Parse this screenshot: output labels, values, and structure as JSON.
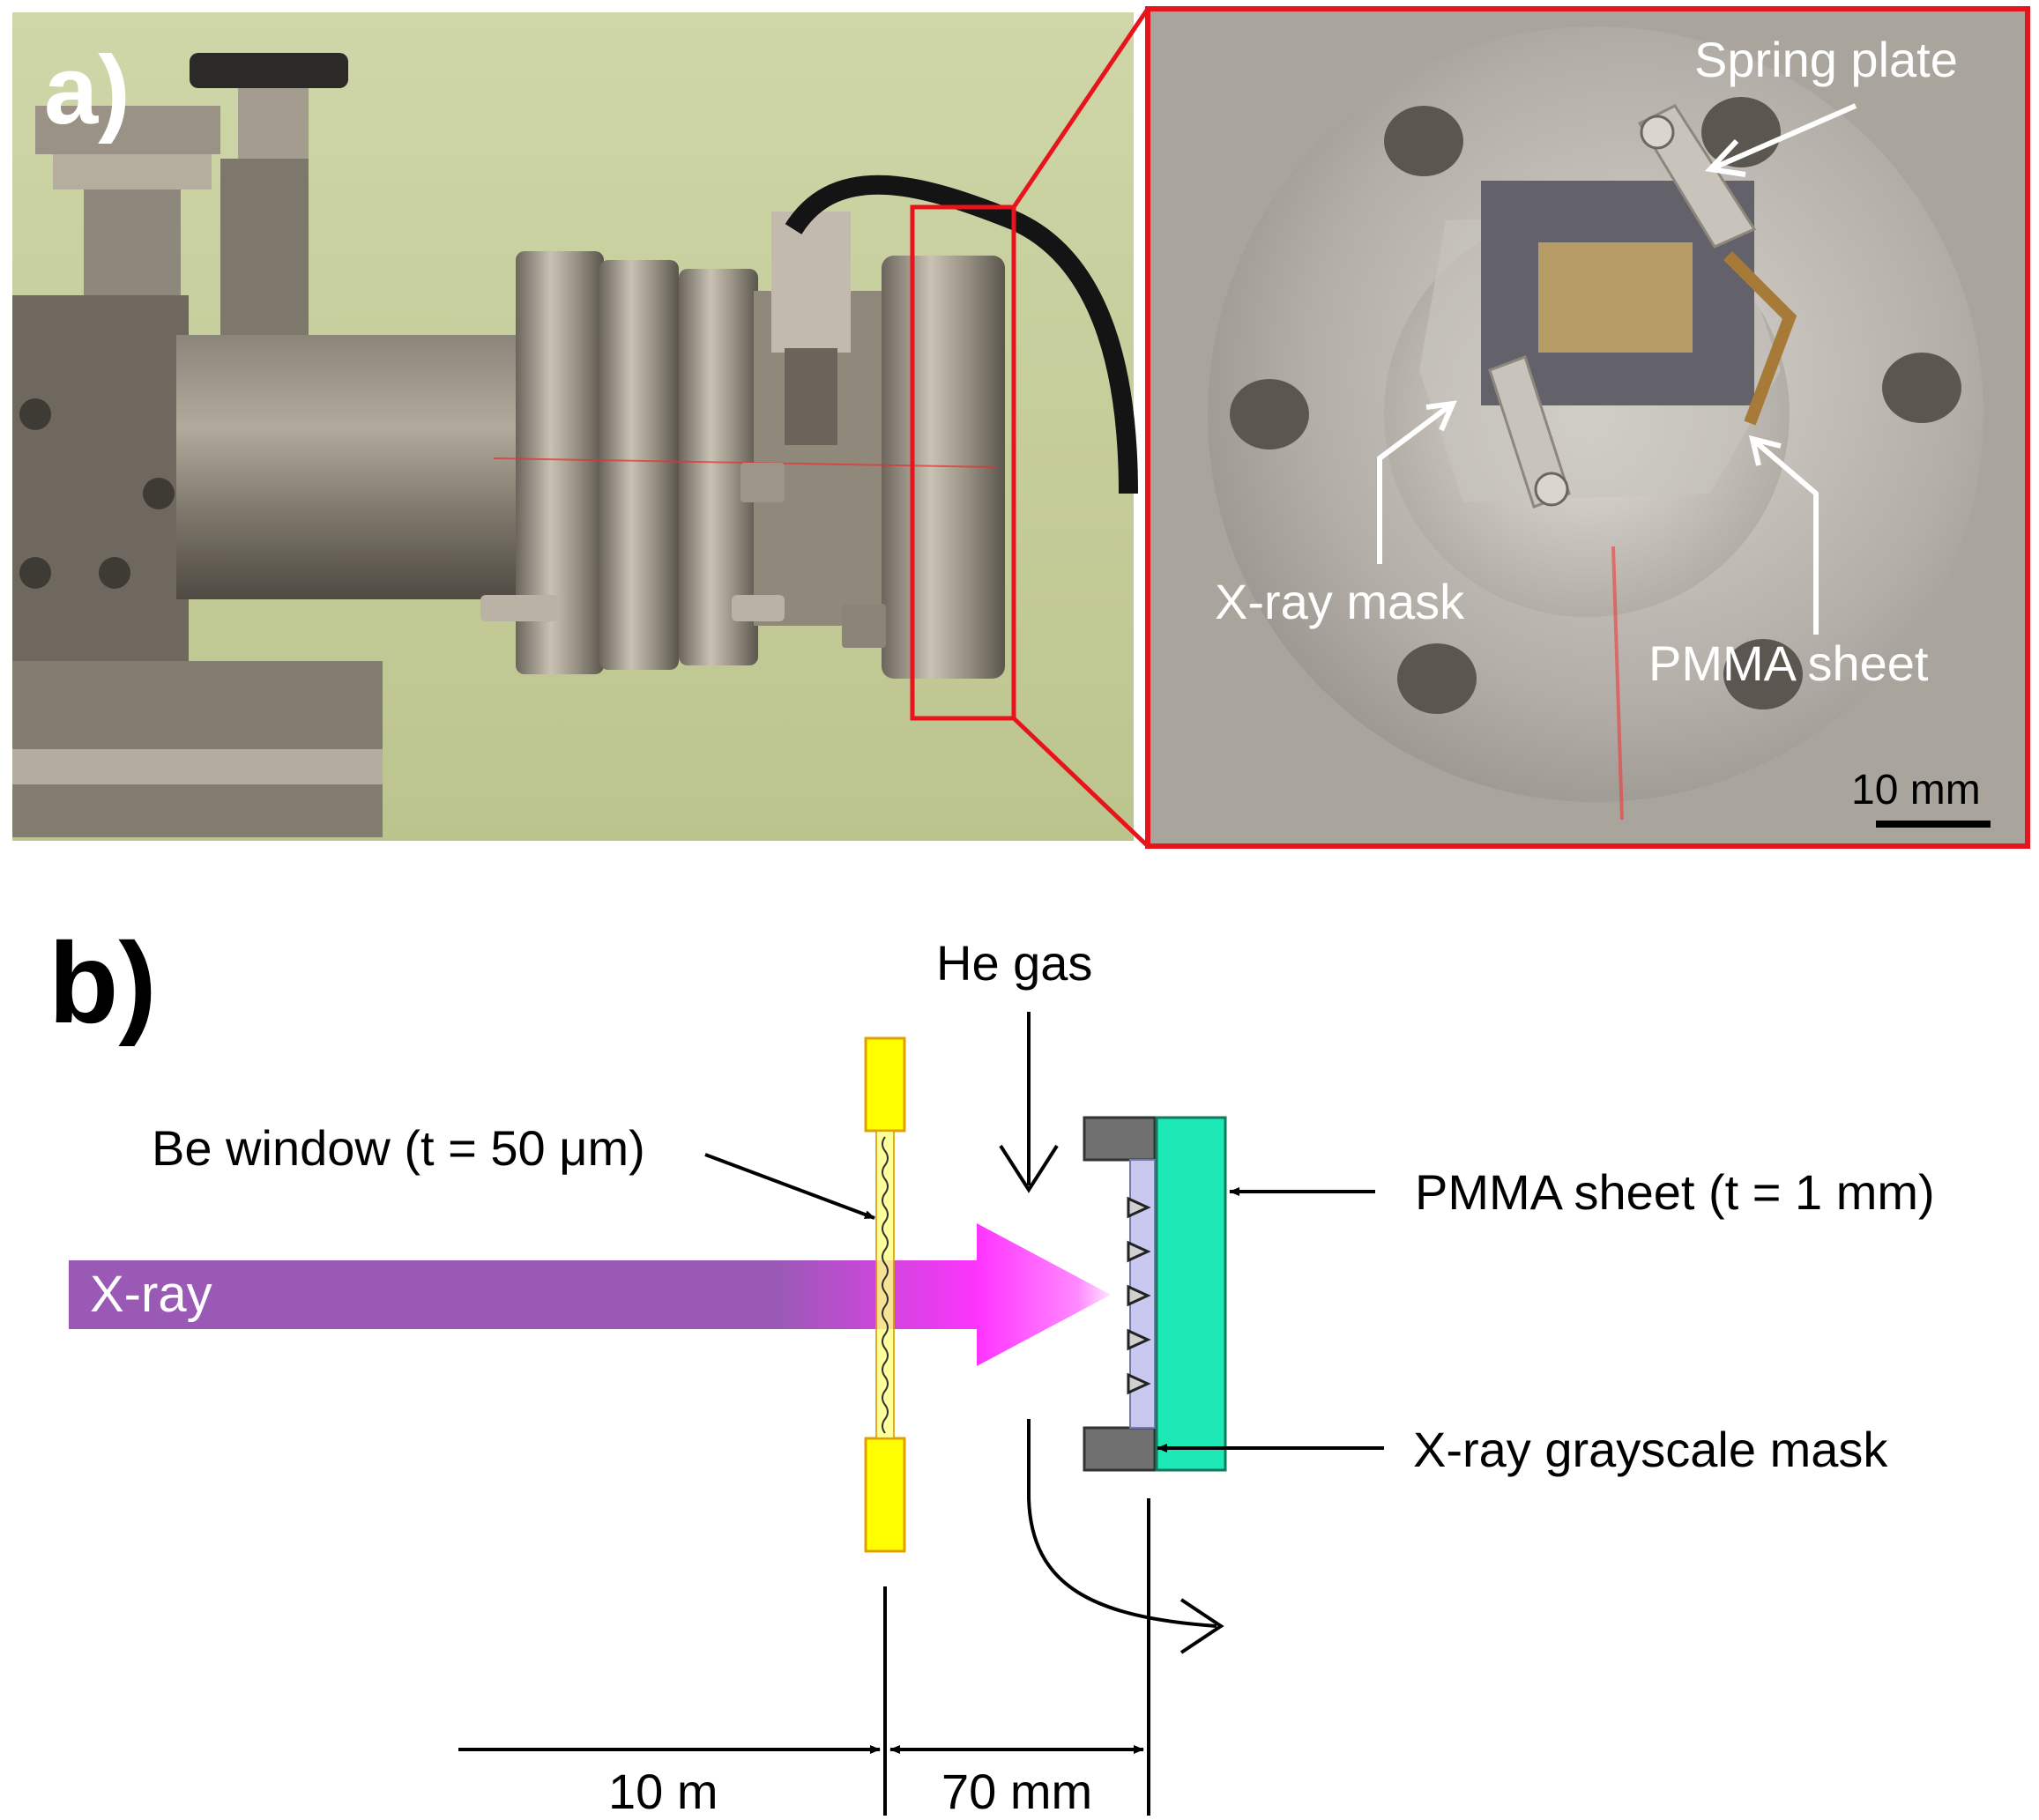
{
  "panel_a": {
    "label": "a)",
    "inset": {
      "callouts": {
        "spring_plate": "Spring plate",
        "xray_mask": "X-ray mask",
        "pmma_sheet": "PMMA sheet"
      },
      "scale_bar": "10 mm"
    },
    "colors": {
      "highlight": "#e8141c",
      "callout_text": "#ffffff"
    }
  },
  "panel_b": {
    "label": "b)",
    "he_gas": "He gas",
    "be_window": "Be window (t = 50 μm)",
    "xray": "X-ray",
    "pmma_sheet": "PMMA sheet (t = 1 mm)",
    "grayscale_mask": "X-ray grayscale mask",
    "distance_left": "10 m",
    "distance_right": "70 mm",
    "colors": {
      "xray_beam": "#9b59b6",
      "xray_head": "#ff33ff",
      "be_window": "#ffff00",
      "be_window_border": "#e0a000",
      "pmma": "#1de9b6",
      "mask_film": "#c8c8f0",
      "mask_block": "#707070"
    }
  }
}
